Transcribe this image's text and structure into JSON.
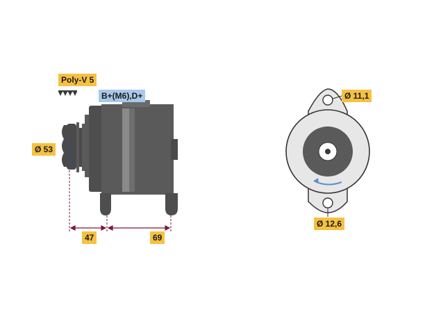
{
  "labels": {
    "belt_type": "Poly-V 5",
    "terminal": "B+(M6),D+",
    "pulley_diameter": "Ø 53",
    "dim_a": "47",
    "dim_b": "69",
    "top_hole": "Ø 11,1",
    "bottom_hole": "Ø 12,6"
  },
  "colors": {
    "label_yellow": "#f6c142",
    "label_blue": "#a9c9ea",
    "body_gray": "#5a5a5a",
    "dark_gray": "#3a3a3a",
    "light_gray": "#e7e7e7",
    "dim_line": "#7a1a3a",
    "rotation_arrow": "#5a8fd0"
  }
}
